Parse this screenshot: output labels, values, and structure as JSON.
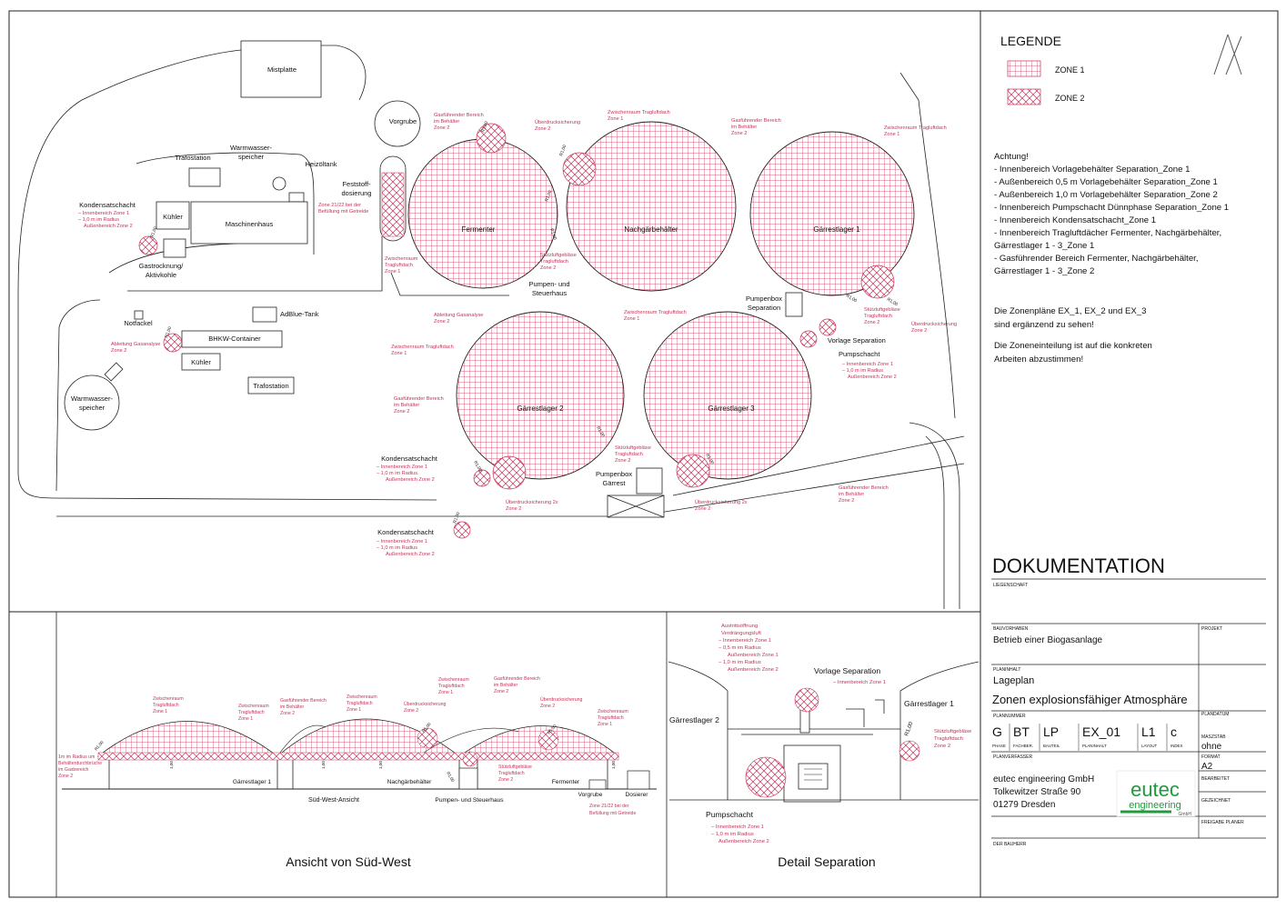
{
  "legend": {
    "title": "LEGENDE",
    "zone1": "ZONE 1",
    "zone2": "ZONE 2",
    "colors": {
      "zone": "#c8325a",
      "line": "#222222",
      "logo_green": "#1f9a3c"
    }
  },
  "notes": {
    "heading": "Achtung!",
    "items": [
      "- Innenbereich Vorlagebehälter Separation_Zone 1",
      "- Außenbereich 0,5 m Vorlagebehälter Separation_Zone 1",
      "- Außenbereich 1,0 m Vorlagebehälter Separation_Zone 2",
      "- Innenbereich Pumpschacht Dünnphase Separation_Zone 1",
      "- Innenbereich Kondensatschacht_Zone 1",
      "- Innenbereich Tragluftdächer Fermenter, Nachgärbehälter,",
      "  Gärrestlager 1 - 3_Zone 1",
      "- Gasführender Bereich Fermenter, Nachgärbehälter,",
      "  Gärrestlager 1 - 3_Zone 2"
    ],
    "p1": [
      "Die Zonenpläne EX_1, EX_2 und EX_3",
      "sind ergänzend zu sehen!"
    ],
    "p2": [
      "Die Zoneneinteilung ist auf die konkreten",
      "Arbeiten abzustimmen!"
    ]
  },
  "titleblock": {
    "doc_title": "DOKUMENTATION",
    "liegenschaft": "LIEGENSCHAFT",
    "bauvorhaben_lbl": "BAUVORHABEN",
    "projekt_lbl": "PROJEKT",
    "bauvorhaben": "Betrieb einer Biogasanlage",
    "planinhalt_lbl": "PLANINHALT",
    "planinhalt": "Lageplan",
    "planinhalt2": "Zonen explosionsfähiger Atmosphäre",
    "plannummer_lbl": "PLANNUMMER",
    "plandatum_lbl": "PLANDATUM",
    "codes": [
      "G",
      "BT",
      "LP",
      "EX_01",
      "L1",
      "c"
    ],
    "code_labels": [
      "PHASE",
      "FACHBER.",
      "BAUTEIL",
      "PLANINHALT",
      "LAYOUT",
      "INDEX"
    ],
    "massstab_lbl": "MASZSTAB",
    "massstab": "ohne",
    "format_lbl": "FORMAT",
    "format": "A2",
    "planverfasser_lbl": "PLANVERFASSER",
    "bearbeitet_lbl": "BEARBEITET",
    "gezeichnet_lbl": "GEZEICHNET",
    "freigabe_lbl": "FREIGABE PLANER",
    "bauherr_lbl": "DER BAUHERR",
    "company": [
      "eutec engineering GmbH",
      "Tolkewitzer Straße 90",
      "01279 Dresden"
    ],
    "logo": {
      "word1": "eutec",
      "word2": "engineering",
      "word3": "GmbH"
    }
  },
  "plan": {
    "tanks": [
      "Fermenter",
      "Nachgärbehälter",
      "Gärrestlager 1",
      "Gärrestlager 2",
      "Gärrestlager 3"
    ],
    "buildings": {
      "mistplatte": "Mistplatte",
      "vorgrube": "Vorgrube",
      "trafo1": "Trafostation",
      "ww1": "Warmwasser-",
      "ww1b": "speicher",
      "heizoel": "Heizöltank",
      "kuehler1": "Kühler",
      "maschinenhaus": "Maschinenhaus",
      "feststoff1": "Feststoff-",
      "feststoff2": "dosierung",
      "gastrock1": "Gastrocknung/",
      "gastrock2": "Aktivkohle",
      "notfackel": "Notfackel",
      "adblue": "AdBlue-Tank",
      "bhkw": "BHKW-Container",
      "kuehler2": "Kühler",
      "trafo2": "Trafostation",
      "ww2": "Warmwasser-",
      "ww2b": "speicher",
      "pumpenhaus1": "Pumpen- und",
      "pumpenhaus2": "Steuerhaus",
      "pbsep1": "Pumpenbox",
      "pbsep2": "Separation",
      "vorlage": "Vorlage Separation",
      "pumpschacht": "Pumpschacht",
      "pbg1": "Pumpenbox",
      "pbg2": "Gärrest",
      "kond1": "Kondensatschacht",
      "kond2": "Kondensatschacht",
      "kond3": "Kondensatschacht"
    },
    "zone_notes": {
      "gas_ferm": [
        "Gasführender Bereich",
        "im Behälter",
        "Zone 2"
      ],
      "ueber_ferm": [
        "Überdrucksicherung",
        "Zone 2"
      ],
      "zw_nach": [
        "Zwischenraum Tragluftdach",
        "Zone 1"
      ],
      "gas_nach": [
        "Gasführender Bereich",
        "im Behälter",
        "Zone 2"
      ],
      "zw_gl1": [
        "Zwischenraum Tragluftdach",
        "Zone 1"
      ],
      "feststoff_zone": [
        "Zone 21/22 bei der",
        "Befüllung mit Getreide"
      ],
      "kond1_zone": [
        "– Innenbereich Zone 1",
        "– 1,0 m im Radius",
        "Außenbereich Zone 2"
      ],
      "zw_ferm": [
        "Zwischenraum",
        "Tragluftdach",
        "Zone 1"
      ],
      "stuetz_ferm": [
        "Stützluftgebläse",
        "Tragluftdach",
        "Zone 2"
      ],
      "abl1": [
        "Ableitung Gasanalyse",
        "Zone 2"
      ],
      "abl2": [
        "Ableitung Gasanalyse",
        "Zone 2"
      ],
      "zw_gl2": [
        "Zwischenraum Tragluftdach",
        "Zone 1"
      ],
      "gas_gl2": [
        "Gasführender Bereich",
        "im Behälter",
        "Zone 2"
      ],
      "zw_gl3": [
        "Zwischenraum Tragluftdach",
        "Zone 1"
      ],
      "stuetz_gl1": [
        "Stützluftgebläse",
        "Tragluftdach",
        "Zone 2"
      ],
      "ueber_gl1": [
        "Überdrucksicherung",
        "Zone 2"
      ],
      "pumpschacht_zone": [
        "– Innenbereich Zone 1",
        "– 1,0 m im Radius",
        "Außenbereich Zone 2"
      ],
      "stuetz_gl3": [
        "Stützluftgebläse",
        "Tragluftdach",
        "Zone 2"
      ],
      "kond2_zone": [
        "– Innenbereich Zone 1",
        "– 1,0 m im Radius.",
        "Außenbereich Zone 2"
      ],
      "ueber_gl2": [
        "Überdrucksicherung 2x",
        "Zone 2"
      ],
      "ueber_gl3": [
        "Überdrucksicherung 2x",
        "Zone 2"
      ],
      "gas_gl3": [
        "Gasführender Bereich",
        "im Behälter",
        "Zone 2"
      ],
      "kond3_zone": [
        "– Innenbereich Zone 1",
        "– 1,0 m im Radius",
        "Außenbereich Zone 2"
      ]
    },
    "radius_labels": [
      "R1,00",
      "R1,00",
      "R1,00",
      "R1,00",
      "R1,00",
      "R1,00",
      "R1,00",
      "R1,00",
      "R1,00",
      "R1,00",
      "R1,00",
      "R1,00"
    ]
  },
  "section": {
    "title": "Ansicht von Süd-West",
    "subtitle": "Süd-West-Ansicht",
    "labels": {
      "gl1": "Gärrestlager 1",
      "nach": "Nachgärbehälter",
      "ferm": "Fermenter",
      "pumpen": "Pumpen- und Steuerhaus",
      "vorgrube": "Vorgrube",
      "dosierer": "Dosierer"
    },
    "notes": {
      "n1": [
        "Zwischenraum",
        "Tragluftdach",
        "Zone 1"
      ],
      "n2": [
        "Zwischenraum",
        "Tragluftdach",
        "Zone 1"
      ],
      "n3": [
        "Gasführender Bereich",
        "im Behälter",
        "Zone 2"
      ],
      "n4": [
        "Zwischenraum",
        "Tragluftdach",
        "Zone 1"
      ],
      "n5": [
        "Überdrucksicherung",
        "Zone 2"
      ],
      "n6": [
        "Zwischenraum",
        "Tragluftdach",
        "Zone 1"
      ],
      "n7": [
        "Gasführender Bereich",
        "im Behälter",
        "Zone 2"
      ],
      "n8": [
        "Überdrucksicherung",
        "Zone 2"
      ],
      "n9": [
        "Zwischenraum",
        "Tragluftdach",
        "Zone 1"
      ],
      "n10": [
        "1m im Radius um",
        "Behälterdurchbrüche",
        "im Gasbereich",
        "Zone 2"
      ],
      "n11": [
        "Stützluftgebläse",
        "Tragluftdach",
        "Zone 2"
      ],
      "n12": [
        "Zone 21/22 bei der",
        "Befüllung mit Getreide"
      ]
    },
    "dims": [
      "R1,00",
      "R1,00",
      "R1,00",
      "R1,00",
      "1,00",
      "1,00",
      "1,00",
      "1,00"
    ]
  },
  "detail": {
    "title": "Detail Separation",
    "gl2": "Gärrestlager 2",
    "gl1": "Gärrestlager 1",
    "vorlage": "Vorlage Separation",
    "vorlage_zone": "– Innenbereich Zone 1",
    "austritt": [
      "Austrittsöffnung",
      "Verdrängungsluft",
      "– Innenbereich Zone 1",
      "– 0,5 m im Radius",
      "Außenbereich Zone 1",
      "– 1,0 m im Radius",
      "Außenbereich Zone 2"
    ],
    "stuetz": [
      "Stützluftgebläse",
      "Tragluftdach",
      "Zone 2"
    ],
    "pumpschacht": "Pumpschacht",
    "pumpschacht_zone": [
      "– Innenbereich Zone 1",
      "– 1,0 m im Radius",
      "Außenbereich Zone 2"
    ],
    "radius": "R1,00"
  }
}
